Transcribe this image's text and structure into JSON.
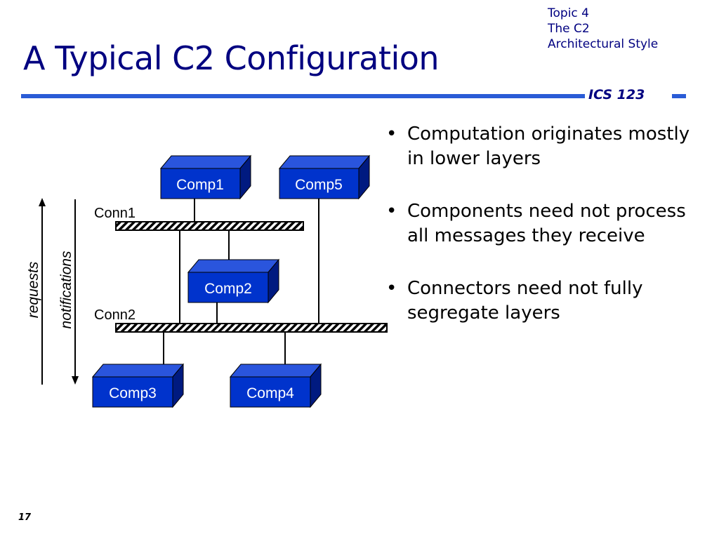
{
  "header": {
    "topic_lines": [
      "Topic 4",
      "The C2",
      "Architectural Style"
    ],
    "title": "A Typical C2 Configuration",
    "course": "ICS 123",
    "colors": {
      "title": "#000080",
      "rule": "#2a5cd6"
    }
  },
  "diagram": {
    "components": {
      "comp1": "Comp1",
      "comp2": "Comp2",
      "comp3": "Comp3",
      "comp4": "Comp4",
      "comp5": "Comp5"
    },
    "connectors": {
      "conn1": "Conn1",
      "conn2": "Conn2"
    },
    "arrows": {
      "requests": "requests",
      "notifications": "notifications"
    },
    "colors": {
      "component_front": "#0033cc",
      "component_side": "#001a80",
      "component_top": "#2a55dd"
    }
  },
  "bullets": [
    "Computation originates mostly in lower layers",
    "Components need not process all messages they receive",
    "Connectors need not fully segregate layers"
  ],
  "footer": {
    "page_number": "17"
  }
}
